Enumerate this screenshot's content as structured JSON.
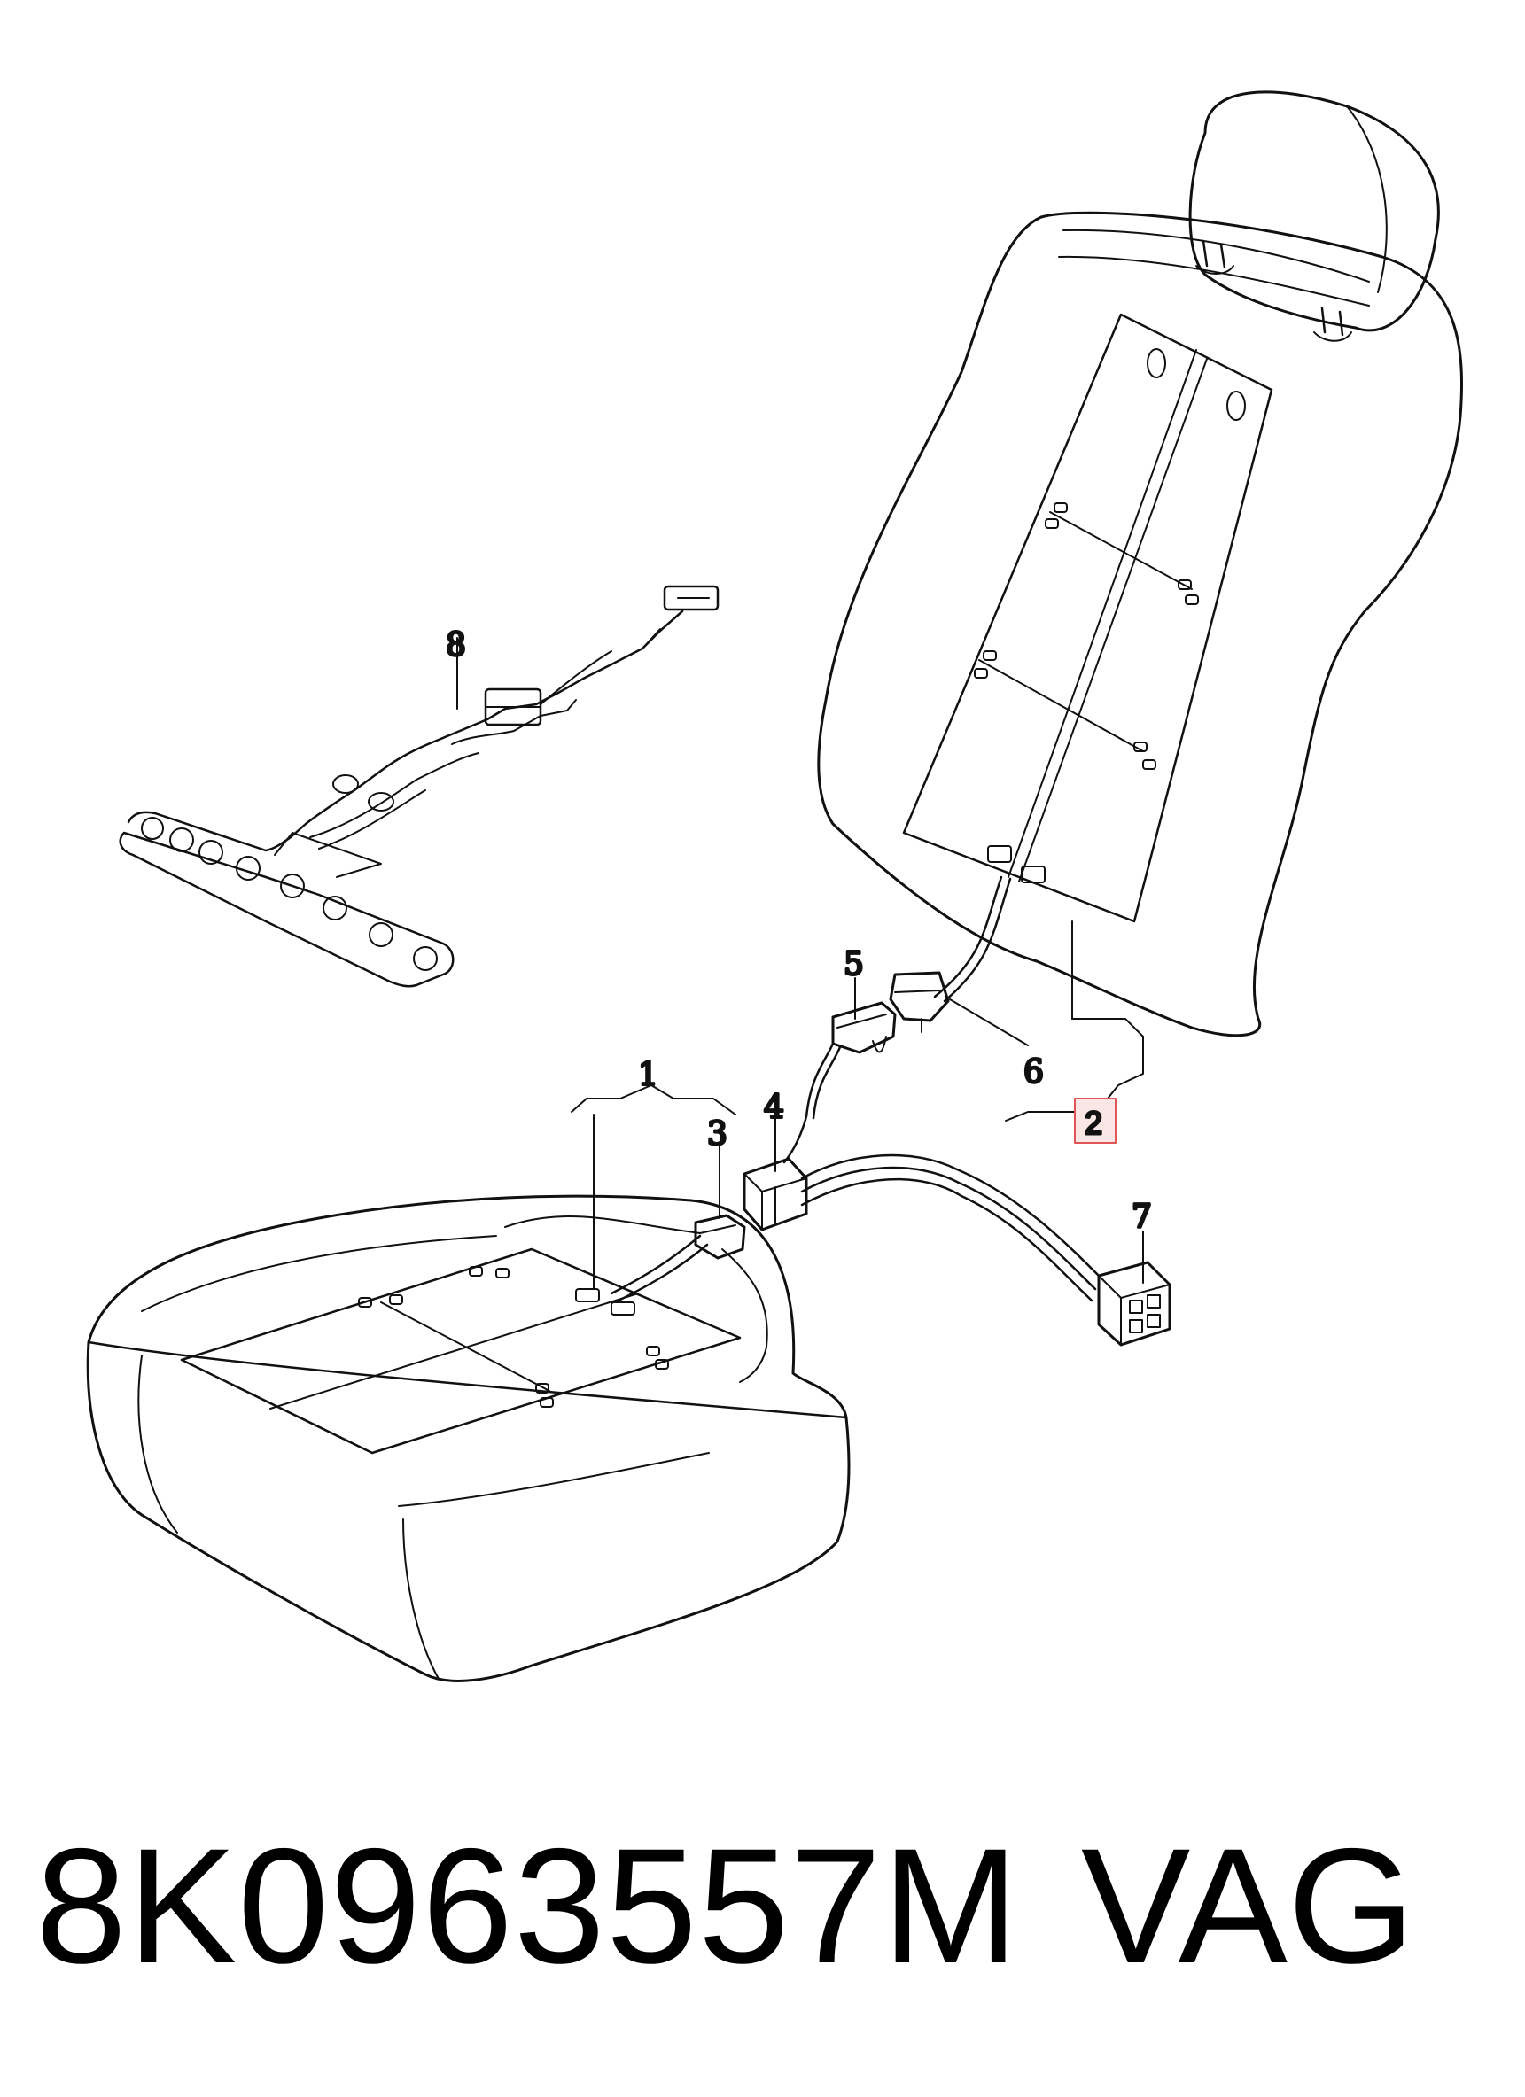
{
  "callouts": {
    "c1": "1",
    "c2": "2",
    "c3": "3",
    "c4": "4",
    "c5": "5",
    "c6": "6",
    "c7": "7",
    "c8": "8"
  },
  "highlight_color": "#e05555",
  "footer": {
    "part_number": "8K0963557M",
    "brand": "VAG"
  }
}
